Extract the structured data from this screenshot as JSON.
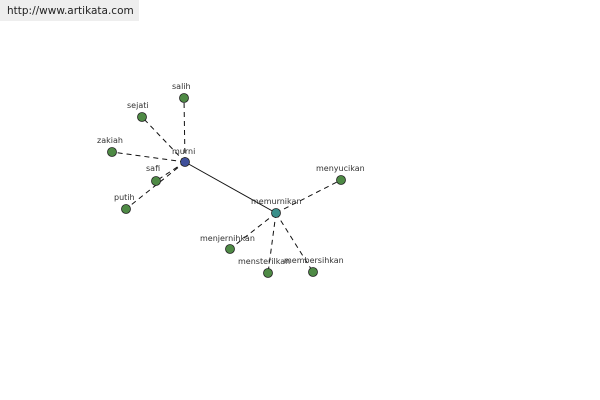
{
  "header": {
    "url": "http://www.artikata.com"
  },
  "colors": {
    "hub_primary": "#3f4f9a",
    "hub_secondary": "#3a8f8a",
    "leaf": "#4e8a45",
    "edge": "#111111"
  },
  "graph": {
    "nodes": [
      {
        "id": "murni",
        "label": "murni",
        "type": "hub-primary"
      },
      {
        "id": "memurnikan",
        "label": "memurnikan",
        "type": "hub-secondary"
      },
      {
        "id": "salih",
        "label": "salih",
        "type": "leaf"
      },
      {
        "id": "sejati",
        "label": "sejati",
        "type": "leaf"
      },
      {
        "id": "zakiah",
        "label": "zakiah",
        "type": "leaf"
      },
      {
        "id": "safi",
        "label": "safi",
        "type": "leaf"
      },
      {
        "id": "putih",
        "label": "putih",
        "type": "leaf"
      },
      {
        "id": "menyucikan",
        "label": "menyucikan",
        "type": "leaf"
      },
      {
        "id": "menjernihkan",
        "label": "menjernihkan",
        "type": "leaf"
      },
      {
        "id": "mensterilkan",
        "label": "mensterilkan",
        "type": "leaf"
      },
      {
        "id": "membersihkan",
        "label": "membersihkan",
        "type": "leaf"
      }
    ],
    "edges": [
      {
        "from": "murni",
        "to": "salih",
        "style": "dashed"
      },
      {
        "from": "murni",
        "to": "sejati",
        "style": "dashed"
      },
      {
        "from": "murni",
        "to": "zakiah",
        "style": "dashed"
      },
      {
        "from": "murni",
        "to": "safi",
        "style": "dashed"
      },
      {
        "from": "murni",
        "to": "putih",
        "style": "dashed"
      },
      {
        "from": "murni",
        "to": "memurnikan",
        "style": "solid"
      },
      {
        "from": "memurnikan",
        "to": "menyucikan",
        "style": "dashed"
      },
      {
        "from": "memurnikan",
        "to": "menjernihkan",
        "style": "dashed"
      },
      {
        "from": "memurnikan",
        "to": "mensterilkan",
        "style": "dashed"
      },
      {
        "from": "memurnikan",
        "to": "membersihkan",
        "style": "dashed"
      }
    ]
  }
}
